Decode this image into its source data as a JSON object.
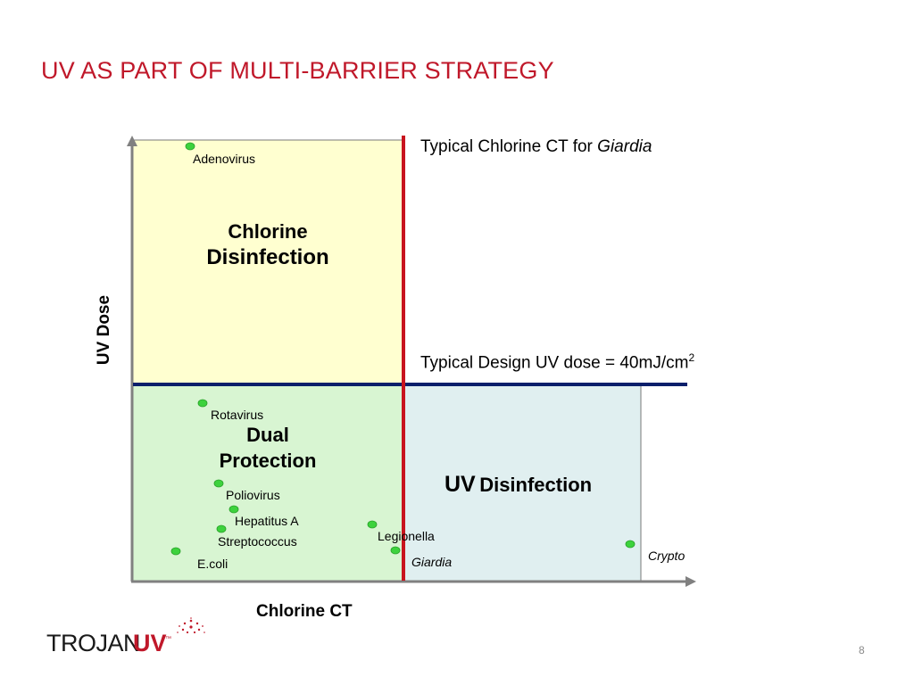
{
  "slide": {
    "title": "UV AS PART OF MULTI-BARRIER STRATEGY",
    "page_number": "8"
  },
  "axes": {
    "x_label": "Chlorine CT",
    "y_label": "UV Dose"
  },
  "regions": {
    "chlorine_line1": "Chlorine",
    "chlorine_line2": "Disinfection",
    "dual_line1": "Dual",
    "dual_line2": "Protection",
    "uv_prefix": "UV",
    "uv_suffix": "Disinfection"
  },
  "annotations": {
    "chlorine_ct_prefix": "Typical Chlorine CT for ",
    "chlorine_ct_italic": "Giardia",
    "uv_dose_text": "Typical Design UV dose = 40mJ/cm",
    "uv_dose_sup": "2"
  },
  "organisms": [
    {
      "name": "Adenovirus",
      "italic": false
    },
    {
      "name": "Rotavirus",
      "italic": false
    },
    {
      "name": "Poliovirus",
      "italic": false
    },
    {
      "name": "Hepatitus A",
      "italic": false
    },
    {
      "name": "Streptococcus",
      "italic": false
    },
    {
      "name": "E.coli",
      "italic": false
    },
    {
      "name": "Legionella",
      "italic": false
    },
    {
      "name": "Giardia",
      "italic": true
    },
    {
      "name": "Crypto",
      "italic": true
    }
  ],
  "colors": {
    "title_red": "#c0182a",
    "chlorine_region": "#ffffd0",
    "dual_region": "#d8f5d2",
    "uv_region": "#e0eff0",
    "red_threshold_line": "#c8141e",
    "navy_threshold_line": "#0a1f6b",
    "axis_gray": "#808080",
    "dot_green": "#3dd23d"
  },
  "logo": {
    "brand": "TROJAN",
    "brand_accent": "UV",
    "tm": "™"
  }
}
